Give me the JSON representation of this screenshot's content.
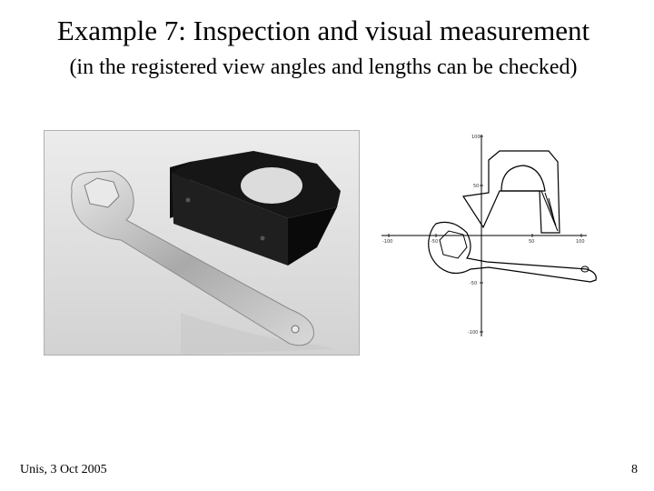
{
  "slide": {
    "title": "Example 7: Inspection and visual measurement",
    "subtitle": "(in the registered view angles and lengths can be checked)",
    "footer_left": "Unis, 3 Oct 2005",
    "page_number": "8"
  },
  "photo": {
    "subject": "wrench-and-bracket-photo",
    "background_color": "#e2e2e2",
    "bracket_color": "#1c1c1c",
    "wrench_color": "#bdbdbd"
  },
  "drawing": {
    "x_tick_labels": [
      "-100",
      "-50",
      "50",
      "100"
    ],
    "y_tick_labels": [
      "100",
      "50",
      "-50",
      "-100"
    ]
  }
}
